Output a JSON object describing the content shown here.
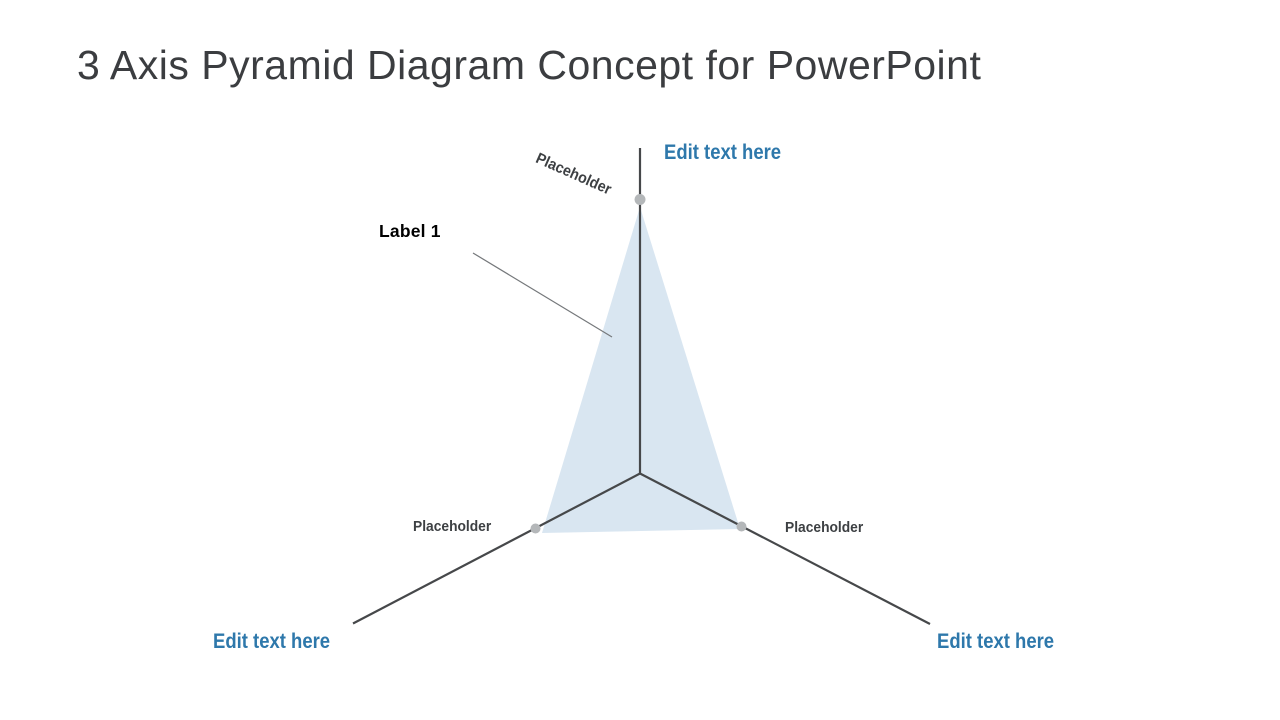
{
  "title": "3 Axis Pyramid Diagram Concept for PowerPoint",
  "diagram": {
    "type": "3-axis pyramid / radar concept",
    "axes": {
      "top": {
        "placeholder": "Placeholder",
        "edit_text": "Edit text here"
      },
      "bottom_left": {
        "placeholder": "Placeholder",
        "edit_text": "Edit text here"
      },
      "bottom_right": {
        "placeholder": "Placeholder",
        "edit_text": "Edit text here"
      }
    },
    "callout": {
      "label": "Label 1"
    },
    "colors": {
      "title_text": "#3b3d40",
      "axis_line": "#46484a",
      "node_dot": "#b4b7b9",
      "triangle_fill": "#d9e6f1",
      "edit_text_blue": "#2e78ab",
      "placeholder_text": "#3d4043",
      "callout_text": "#000000",
      "leader_line": "#75787b",
      "background": "#ffffff"
    }
  }
}
